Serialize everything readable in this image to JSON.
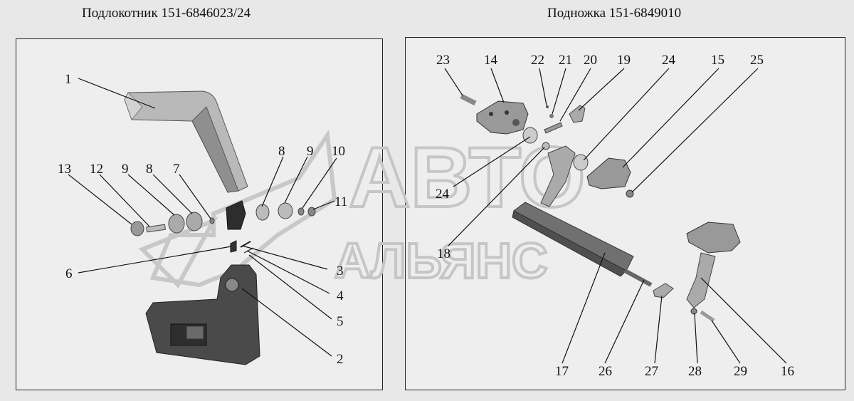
{
  "titles": {
    "left": "Подлокотник 151-6846023/24",
    "right": "Подножка 151-6849010"
  },
  "watermark": {
    "line1": "АВТО",
    "line2": "АЛЬЯНС"
  },
  "armrest_labels": [
    "1",
    "13",
    "12",
    "9",
    "8",
    "7",
    "8",
    "9",
    "10",
    "11",
    "6",
    "3",
    "4",
    "5",
    "2"
  ],
  "footrest_labels": [
    "23",
    "14",
    "22",
    "21",
    "20",
    "19",
    "24",
    "15",
    "25",
    "24",
    "18",
    "17",
    "26",
    "27",
    "28",
    "29",
    "16"
  ]
}
